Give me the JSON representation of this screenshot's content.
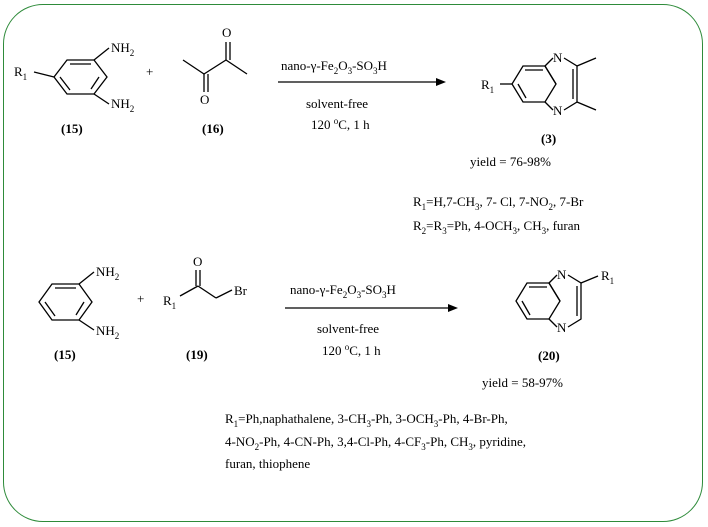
{
  "colors": {
    "frame": "#2e8b3a",
    "ink": "#000000"
  },
  "reaction1": {
    "reactant_a": {
      "id": "(15)",
      "subst": {
        "pre": "R",
        "sub": "1"
      },
      "nh2_top": {
        "pre": "NH",
        "sub": "2"
      },
      "nh2_bot": {
        "pre": "NH",
        "sub": "2"
      }
    },
    "plus": "+",
    "reactant_b": {
      "id": "(16)",
      "o_top": "O",
      "o_bot": "O"
    },
    "catalyst": {
      "a": "nano-γ-Fe",
      "b": "2",
      "c": "O",
      "d": "3",
      "e": "-SO",
      "f": "3",
      "g": "H"
    },
    "solvent": "solvent-free",
    "conditions": {
      "a": "120 ",
      "b": "o",
      "c": "C, 1 h"
    },
    "product": {
      "id": "(3)",
      "n_top": "N",
      "n_bot": "N",
      "subst": {
        "pre": "R",
        "sub": "1"
      }
    },
    "yield": "yield = 76-98%",
    "scope1": {
      "a": "R",
      "b": "1",
      "c": "=H,7-CH",
      "d": "3",
      "e": ", 7- Cl, 7-NO",
      "f": "2",
      "g": ", 7-Br"
    },
    "scope2": {
      "a": "R",
      "b": "2",
      "c": "=R",
      "d": "3",
      "e": "=Ph, 4-OCH",
      "f": "3",
      "g": ", CH",
      "h": "3",
      "i": ", furan"
    }
  },
  "reaction2": {
    "reactant_a": {
      "id": "(15)",
      "nh2_top": {
        "pre": "NH",
        "sub": "2"
      },
      "nh2_bot": {
        "pre": "NH",
        "sub": "2"
      }
    },
    "plus": "+",
    "reactant_b": {
      "id": "(19)",
      "o": "O",
      "r": {
        "pre": "R",
        "sub": "1"
      },
      "br": "Br"
    },
    "catalyst": {
      "a": "nano-γ-Fe",
      "b": "2",
      "c": "O",
      "d": "3",
      "e": "-SO",
      "f": "3",
      "g": "H"
    },
    "solvent": "solvent-free",
    "conditions": {
      "a": "120 ",
      "b": "o",
      "c": "C, 1 h"
    },
    "product": {
      "id": "(20)",
      "n_top": "N",
      "n_bot": "N",
      "subst": {
        "pre": "R",
        "sub": "1"
      }
    },
    "yield": "yield = 58-97%",
    "scope_line1": {
      "a": "R",
      "b": "1",
      "c": "=Ph,naphathalene, 3-CH",
      "d": "3",
      "e": "-Ph, 3-OCH",
      "f": "3",
      "g": "-Ph, 4-Br-Ph,"
    },
    "scope_line2": {
      "a": "4-NO",
      "b": "2",
      "c": "-Ph, 4-CN-Ph, 3,4-Cl-Ph, 4-CF",
      "d": "3",
      "e": "-Ph, CH",
      "f": "3",
      "g": ", pyridine,"
    },
    "scope_line3": " furan, thiophene"
  }
}
